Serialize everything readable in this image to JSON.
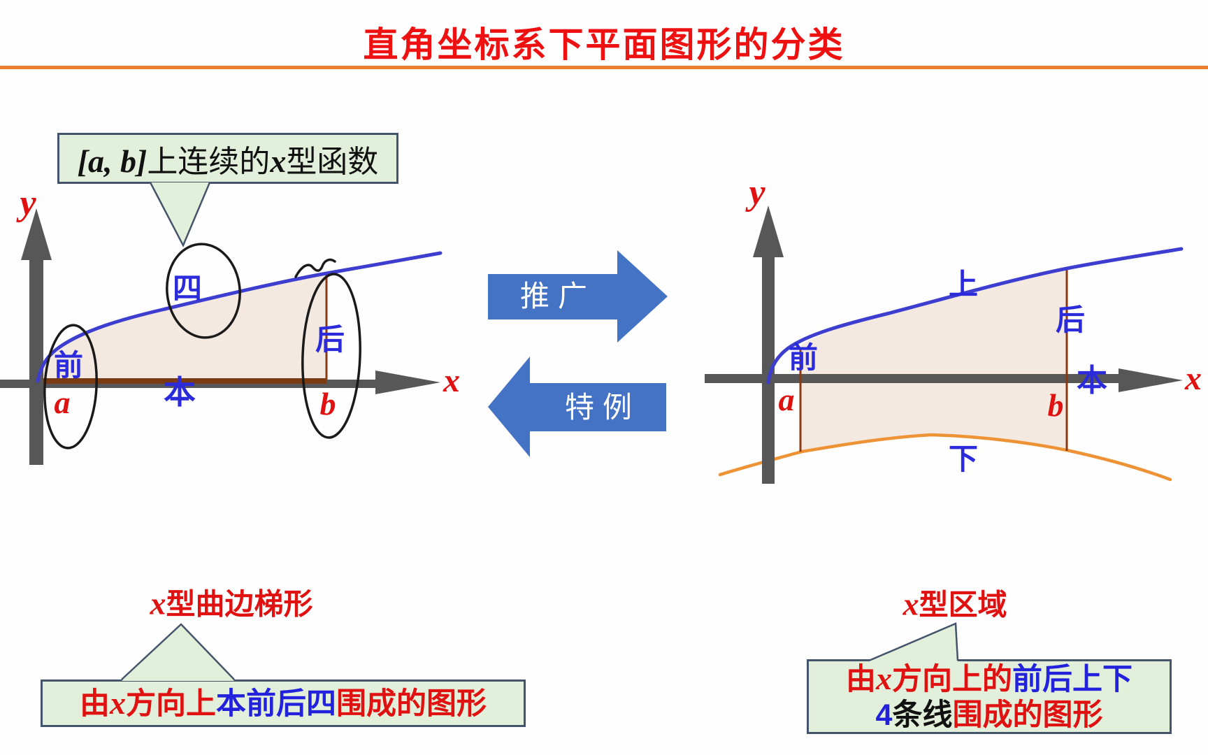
{
  "title": "直角坐标系下平面图形的分类",
  "transform_arrows": {
    "generalize_label": "推广",
    "special_case_label": "特例"
  },
  "left_diagram": {
    "callout": {
      "p1": "[a, b]",
      "p2": "上连续的",
      "p3": "x",
      "p4": "型函数"
    },
    "axis": {
      "x": "x",
      "y": "y"
    },
    "points": {
      "a": "a",
      "b": "b"
    },
    "edge_labels": {
      "front": "前",
      "base": "本",
      "back": "后",
      "top": "四"
    }
  },
  "right_diagram": {
    "axis": {
      "x": "x",
      "y": "y"
    },
    "points": {
      "a": "a",
      "b": "b"
    },
    "edge_labels": {
      "front": "前",
      "top": "上",
      "back": "后",
      "base": "本",
      "bottom": "下"
    }
  },
  "bottom_left": {
    "heading": {
      "x": "x",
      "rest": "型曲边梯形"
    },
    "box": {
      "r1": "由",
      "x": "x",
      "r2": "方向上",
      "blue": "本前后四",
      "r3": "围成的图形"
    }
  },
  "bottom_right": {
    "heading": {
      "x": "x",
      "rest": "型区域"
    },
    "box_line1": {
      "r1": "由",
      "x": "x",
      "r2": "方向上的",
      "blue": "前后上下"
    },
    "box_line2": {
      "blue_num": "4",
      "black": "条线",
      "red": "围成的图形"
    }
  },
  "colors": {
    "title_red": "#ee1111",
    "label_red": "#e01111",
    "label_blue": "#2b2bdb",
    "curve_blue": "#3d3dcf",
    "curve_orange": "#ed9335",
    "axis_gray": "#575757",
    "base_brown": "#7a3b12",
    "ab_line_brown": "#8b3a12",
    "region_fill": "#f4e9e1",
    "callout_green": "#e2efda",
    "callout_border": "#44546a",
    "arrow_blue": "#4472c4",
    "rule_orange": "#ed7d31"
  }
}
